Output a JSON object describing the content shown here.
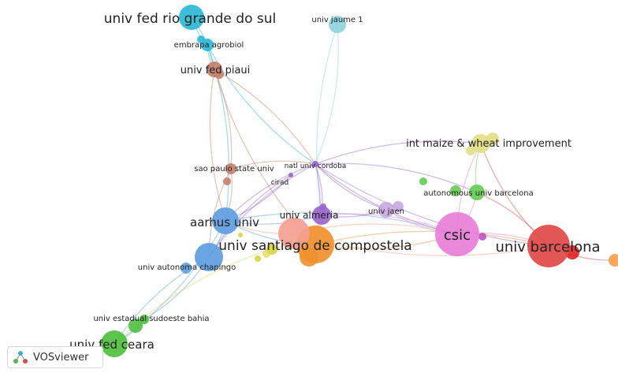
{
  "app": {
    "name": "VOSviewer"
  },
  "nodes": [
    {
      "id": "rio",
      "label": "univ fed rio grande do sul",
      "color": "#2bb8d6"
    },
    {
      "id": "jaume",
      "label": "univ jaume 1",
      "color": "#8fd3e0"
    },
    {
      "id": "embrapa",
      "label": "embrapa agrobiol",
      "color": "#2bb8d6"
    },
    {
      "id": "piaui",
      "label": "univ fed piaui",
      "color": "#c4806a"
    },
    {
      "id": "cimmyt",
      "label": "int maize & wheat improvement",
      "color": "#e2de86"
    },
    {
      "id": "saopaulo",
      "label": "sao paulo state univ",
      "color": "#c4806a"
    },
    {
      "id": "cordoba",
      "label": "natl univ cordoba",
      "color": "#9966cc"
    },
    {
      "id": "cirad",
      "label": "cirad",
      "color": "#9966cc"
    },
    {
      "id": "autbcn",
      "label": "autonomous univ barcelona",
      "color": "#66cc55"
    },
    {
      "id": "almeria",
      "label": "univ almeria",
      "color": "#9966cc"
    },
    {
      "id": "jaen",
      "label": "univ jaen",
      "color": "#c9a8e0"
    },
    {
      "id": "aarhus",
      "label": "aarhus univ",
      "color": "#5f9ee0"
    },
    {
      "id": "csic",
      "label": "csic",
      "color": "#e87ed8"
    },
    {
      "id": "santiago",
      "label": "univ santiago de compostela",
      "color": "#f0902e"
    },
    {
      "id": "barcelona",
      "label": "univ barcelona",
      "color": "#e04848"
    },
    {
      "id": "chapingo",
      "label": "univ autonoma chapingo",
      "color": "#5f9ee0"
    },
    {
      "id": "bahia",
      "label": "univ estadual sudoeste bahia",
      "color": "#4fbf3f"
    },
    {
      "id": "ceara",
      "label": "univ fed ceara",
      "color": "#4fbf3f"
    },
    {
      "id": "salmon",
      "label": "",
      "color": "#f4a090"
    },
    {
      "id": "yellowsmall",
      "label": "",
      "color": "#d6d640"
    },
    {
      "id": "orangeedge",
      "label": "",
      "color": "#f4a050"
    }
  ],
  "edges": [
    [
      "rio",
      "embrapa"
    ],
    [
      "rio",
      "piaui"
    ],
    [
      "embrapa",
      "piaui"
    ],
    [
      "embrapa",
      "aarhus"
    ],
    [
      "embrapa",
      "cordoba"
    ],
    [
      "piaui",
      "saopaulo"
    ],
    [
      "piaui",
      "aarhus"
    ],
    [
      "piaui",
      "cordoba"
    ],
    [
      "piaui",
      "santiago"
    ],
    [
      "jaume",
      "cordoba"
    ],
    [
      "jaume",
      "almeria"
    ],
    [
      "saopaulo",
      "aarhus"
    ],
    [
      "saopaulo",
      "chapingo"
    ],
    [
      "saopaulo",
      "cordoba"
    ],
    [
      "cordoba",
      "aarhus"
    ],
    [
      "cordoba",
      "almeria"
    ],
    [
      "cordoba",
      "csic"
    ],
    [
      "cordoba",
      "santiago"
    ],
    [
      "cordoba",
      "chapingo"
    ],
    [
      "cordoba",
      "cimmyt"
    ],
    [
      "cordoba",
      "jaen"
    ],
    [
      "cordoba",
      "autbcn"
    ],
    [
      "cordoba",
      "barcelona"
    ],
    [
      "cirad",
      "aarhus"
    ],
    [
      "cirad",
      "chapingo"
    ],
    [
      "aarhus",
      "chapingo"
    ],
    [
      "aarhus",
      "santiago"
    ],
    [
      "aarhus",
      "csic"
    ],
    [
      "aarhus",
      "almeria"
    ],
    [
      "aarhus",
      "ceara"
    ],
    [
      "chapingo",
      "ceara"
    ],
    [
      "chapingo",
      "bahia"
    ],
    [
      "santiago",
      "csic"
    ],
    [
      "santiago",
      "barcelona"
    ],
    [
      "santiago",
      "almeria"
    ],
    [
      "santiago",
      "salmon"
    ],
    [
      "santiago",
      "yellowsmall"
    ],
    [
      "csic",
      "barcelona"
    ],
    [
      "csic",
      "autbcn"
    ],
    [
      "csic",
      "cimmyt"
    ],
    [
      "csic",
      "almeria"
    ],
    [
      "csic",
      "jaen"
    ],
    [
      "barcelona",
      "autbcn"
    ],
    [
      "barcelona",
      "cimmyt"
    ],
    [
      "barcelona",
      "orangeedge"
    ],
    [
      "autbcn",
      "cimmyt"
    ],
    [
      "salmon",
      "barcelona"
    ],
    [
      "salmon",
      "csic"
    ],
    [
      "yellowsmall",
      "ceara"
    ],
    [
      "bahia",
      "ceara"
    ],
    [
      "almeria",
      "jaen"
    ],
    [
      "salmon",
      "aarhus"
    ]
  ]
}
